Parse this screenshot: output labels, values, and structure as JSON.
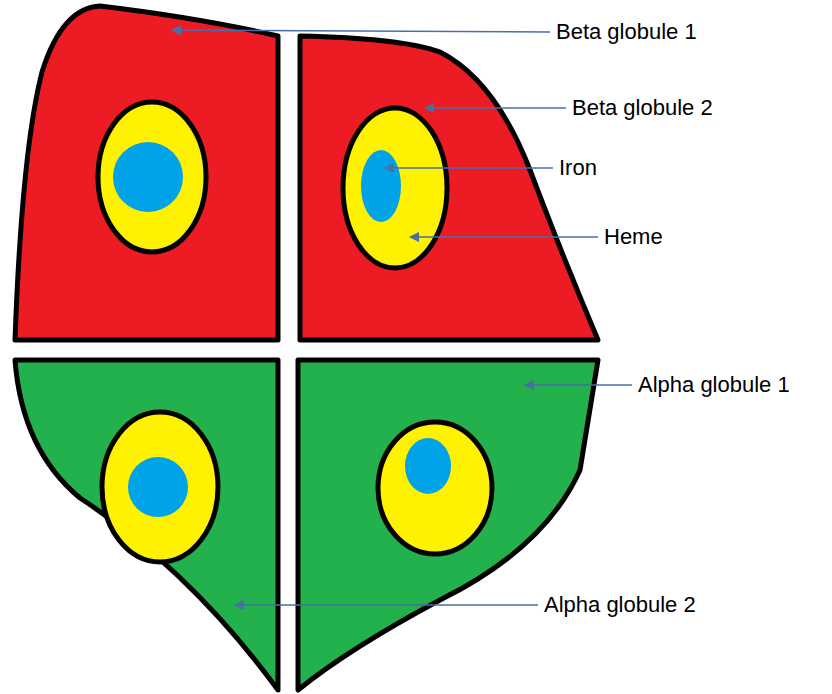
{
  "diagram": {
    "labels": [
      "Beta globule 1",
      "Beta globule 2",
      "Iron",
      "Heme",
      "Alpha globule 1",
      "Alpha globule 2"
    ]
  }
}
